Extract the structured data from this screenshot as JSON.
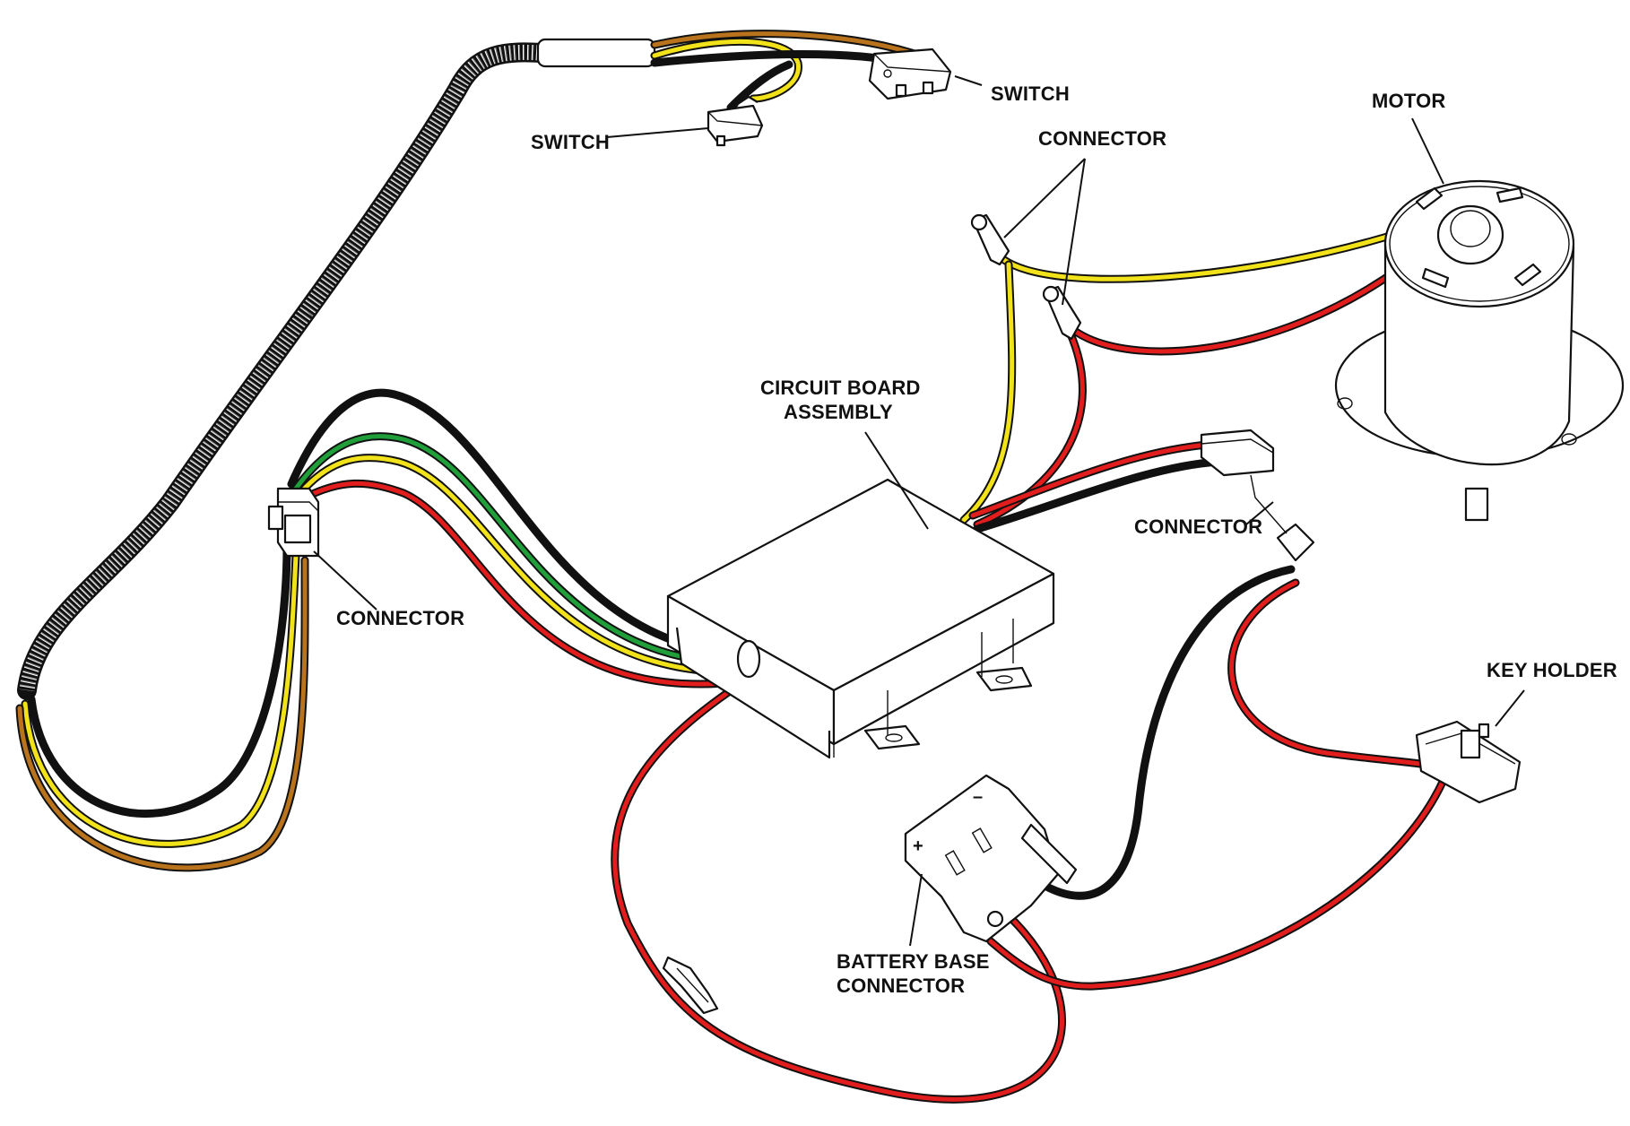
{
  "labels": {
    "switch_upper": "SWITCH",
    "switch_lower": "SWITCH",
    "motor": "MOTOR",
    "connector_motor": "CONNECTOR",
    "circuit_board_line1": "CIRCUIT BOARD",
    "circuit_board_line2": "ASSEMBLY",
    "connector_left": "CONNECTOR",
    "connector_right": "CONNECTOR",
    "key_holder": "KEY HOLDER",
    "battery_line1": "BATTERY BASE",
    "battery_line2": "CONNECTOR",
    "battery_plus": "+",
    "battery_minus": "–"
  },
  "wire_colors": {
    "black": "#111111",
    "red": "#e11d1d",
    "yellow": "#f2e21a",
    "green": "#1f9e3a",
    "brown": "#b8731c",
    "white": "#ffffff"
  }
}
